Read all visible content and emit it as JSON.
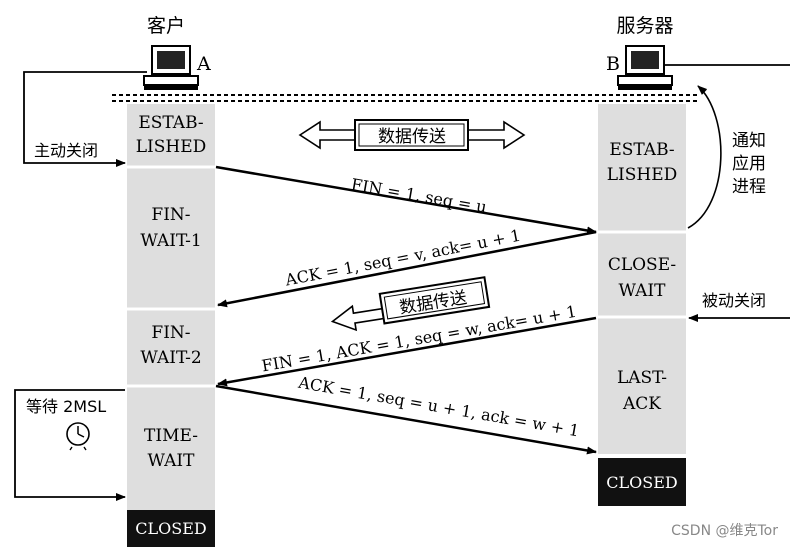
{
  "client": {
    "title": "客户",
    "label": "A"
  },
  "server": {
    "title": "服务器",
    "label": "B"
  },
  "client_states": [
    "ESTAB-",
    "LISHED",
    "FIN-",
    "WAIT-1",
    "FIN-",
    "WAIT-2",
    "TIME-",
    "WAIT",
    "CLOSED"
  ],
  "server_states": [
    "ESTAB-",
    "LISHED",
    "CLOSE-",
    "WAIT",
    "LAST-",
    "ACK",
    "CLOSED"
  ],
  "side_labels": {
    "active_close": "主动关闭",
    "passive_close": "被动关闭",
    "notify_app_l1": "通知",
    "notify_app_l2": "应用",
    "notify_app_l3": "进程",
    "wait_2msl": "等待 2MSL"
  },
  "data_transfer_label": "数据传送",
  "messages": [
    "FIN = 1, seq = u",
    "ACK = 1, seq = v, ack= u + 1",
    "FIN = 1, ACK = 1, seq = w, ack= u + 1",
    "ACK = 1, seq = u + 1, ack = w + 1"
  ],
  "watermark": "CSDN @维克Tor",
  "colors": {
    "column_fill": "#dedede",
    "closed_fill": "#111111"
  }
}
